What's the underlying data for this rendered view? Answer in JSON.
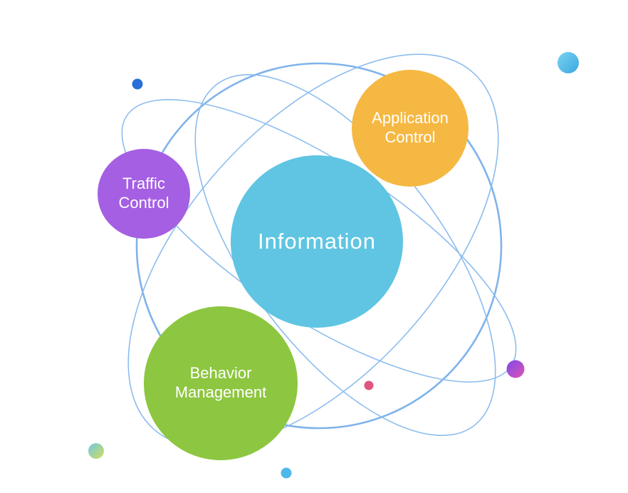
{
  "nodes": {
    "information": {
      "label": "Information",
      "color": "#5fc5e2"
    },
    "application_control": {
      "line1": "Application",
      "line2": "Control",
      "color": "#f5b843"
    },
    "traffic_control": {
      "line1": "Traffic",
      "line2": "Control",
      "color": "#a55fe2"
    },
    "behavior_management": {
      "line1": "Behavior",
      "line2": "Management",
      "color": "#8dc640"
    }
  },
  "colors": {
    "orbit_line": "#7fb3ea",
    "dot_dark_blue": "#2a6fd6",
    "dot_light_blue": "#4fb8e9",
    "dot_sky": "#5cbde8",
    "dot_pink": "#e0557f",
    "dot_purple_magenta": "#b24bd9",
    "dot_teal_yellow": "#a8d66a"
  }
}
